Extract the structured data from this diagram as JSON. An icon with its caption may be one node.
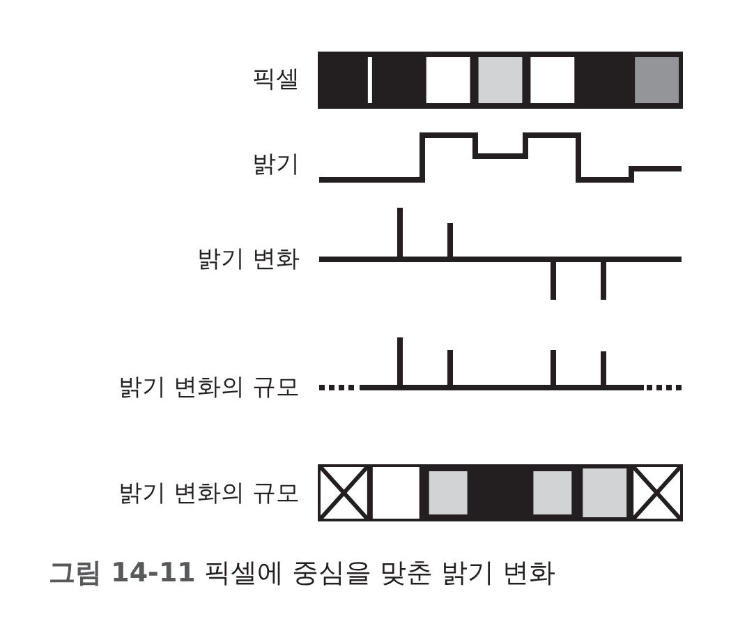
{
  "diagram": {
    "caption": "**그림 14-11** 픽셀에 중심을 맞춘 밝기 변화",
    "labels": [
      "픽셀",
      "밝기",
      "밝기 변화",
      "밝기 변화의 규모",
      "밝기 변화의 규모"
    ]
  }
}
